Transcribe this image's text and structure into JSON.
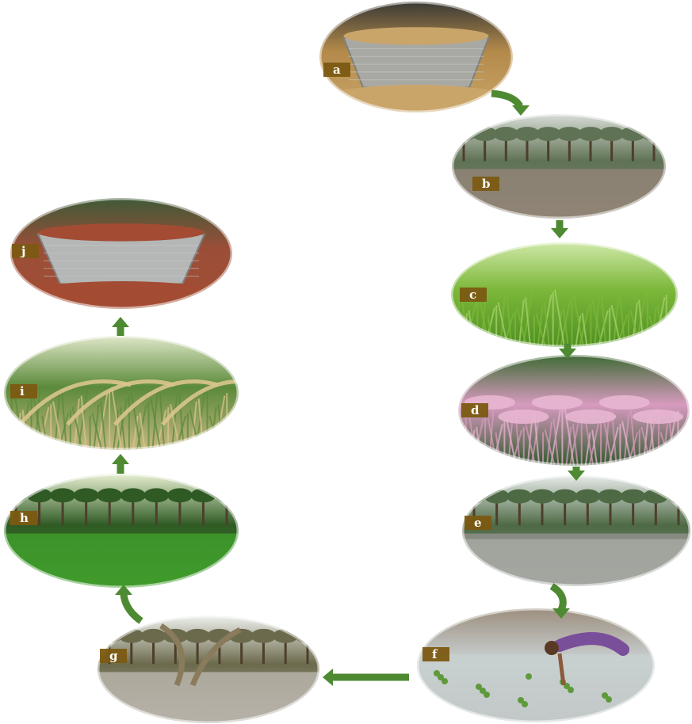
{
  "stages": [
    {
      "id": "a",
      "label": "a",
      "subject": "harvested-paddy-grain",
      "colors": {
        "sky": "#3a3a36",
        "mid": "#b48a4a",
        "ground": "#c9a56a",
        "accent": "#a9a9a4"
      }
    },
    {
      "id": "b",
      "label": "b",
      "subject": "prepared-soil-field",
      "colors": {
        "sky": "#d8dcd6",
        "mid": "#5f7254",
        "ground": "#8f8476",
        "accent": "#6f6a5c"
      }
    },
    {
      "id": "c",
      "label": "c",
      "subject": "green-rice-nursery",
      "colors": {
        "sky": "#cfe8a8",
        "mid": "#7cb83a",
        "ground": "#4f8f24",
        "accent": "#a6d36a"
      }
    },
    {
      "id": "d",
      "label": "d",
      "subject": "bundled-seedlings",
      "colors": {
        "sky": "#3f6b35",
        "mid": "#d79bbf",
        "ground": "#2f5a2b",
        "accent": "#e8b6d2"
      }
    },
    {
      "id": "e",
      "label": "e",
      "subject": "flooded-field",
      "colors": {
        "sky": "#e8ecea",
        "mid": "#4e6a45",
        "ground": "#8d8f88",
        "accent": "#b7bab4"
      }
    },
    {
      "id": "f",
      "label": "f",
      "subject": "transplanting-by-hand",
      "colors": {
        "sky": "#9c8f7e",
        "mid": "#c8cfd0",
        "ground": "#a6aaa3",
        "accent": "#7a4f9a"
      }
    },
    {
      "id": "g",
      "label": "g",
      "subject": "palm-shaded-plot",
      "colors": {
        "sky": "#eef1ee",
        "mid": "#6c6a4c",
        "ground": "#b6b2a8",
        "accent": "#6f8b5a"
      }
    },
    {
      "id": "h",
      "label": "h",
      "subject": "palm-grove-green-field",
      "colors": {
        "sky": "#e7f0d2",
        "mid": "#2f5a24",
        "ground": "#3f9b2c",
        "accent": "#76b65a"
      }
    },
    {
      "id": "i",
      "label": "i",
      "subject": "ripening-panicles",
      "colors": {
        "sky": "#dfe7c8",
        "mid": "#5b8a3a",
        "ground": "#c7b883",
        "accent": "#d9c58d"
      }
    },
    {
      "id": "j",
      "label": "j",
      "subject": "red-rice-grain",
      "colors": {
        "sky": "#3f5a38",
        "mid": "#9a4e38",
        "ground": "#a34c33",
        "accent": "#b4b7b6"
      }
    }
  ],
  "arrow_color": "#4e8a31",
  "label_box_color": "#7b5a12"
}
